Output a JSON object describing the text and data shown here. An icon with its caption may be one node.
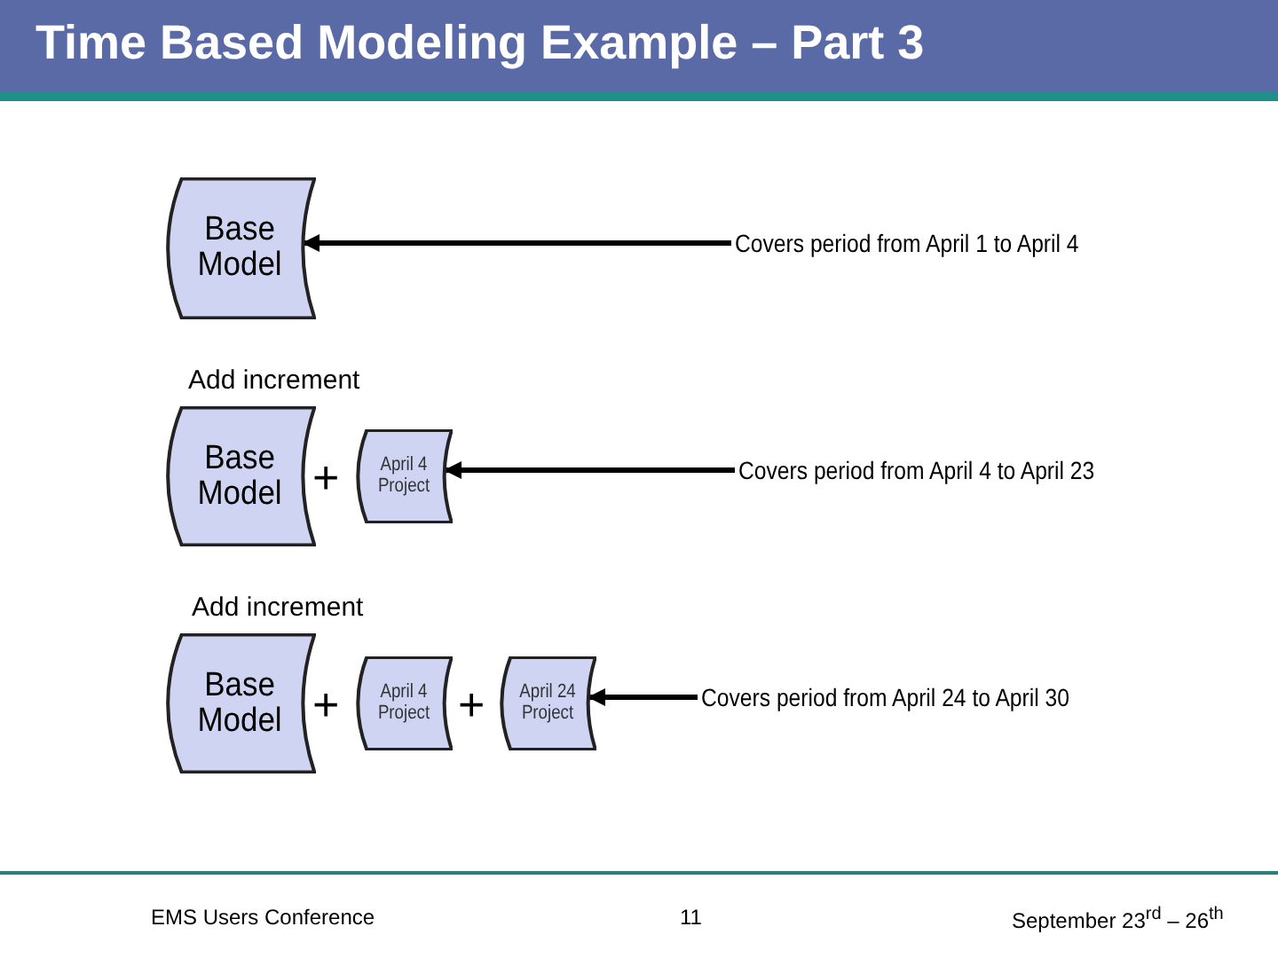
{
  "diagram": {
    "title": "Time Based Modeling Example – Part 3",
    "nodes": [
      {
        "text": [
          "Base Model"
        ]
      },
      {
        "text": [
          "Covers period from April 1 to April 4"
        ]
      },
      {
        "text": [
          "Base Model"
        ]
      },
      {
        "text": [
          "April 4 Project"
        ]
      },
      {
        "text": [
          "Covers period from April 4 to April 23"
        ]
      },
      {
        "text": [
          "Base Model"
        ]
      },
      {
        "text": [
          "April 4 Project"
        ]
      },
      {
        "text": [
          "April 24 Project"
        ]
      },
      {
        "text": [
          "Covers period from April 24 to April 30"
        ]
      }
    ],
    "edges": [
      {
        "from": 1,
        "to": 0,
        "arrow": "to"
      },
      {
        "from": 4,
        "to": 3,
        "arrow": "to"
      },
      {
        "from": 8,
        "to": 7,
        "arrow": "to"
      }
    ],
    "labels": [
      "Add increment",
      "+",
      "Add increment",
      "+",
      "+",
      "EMS Users Conference",
      "11",
      "September 23$^{rd}$ – 26$^{th}$"
    ]
  }
}
